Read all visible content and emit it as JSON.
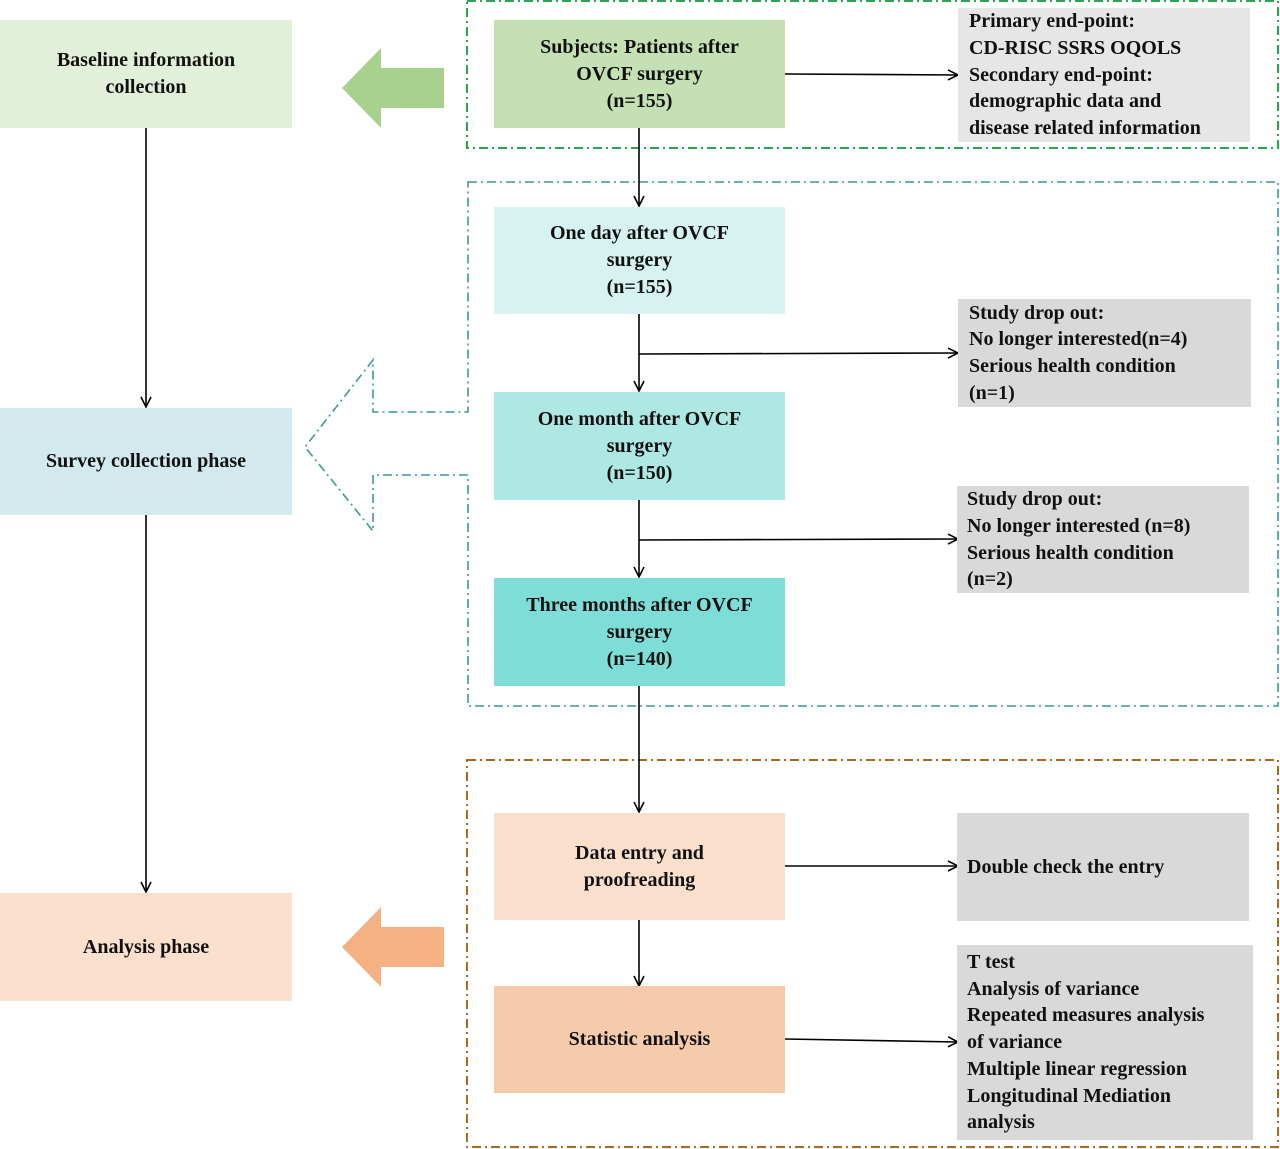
{
  "phases": {
    "baseline": "Baseline information collection",
    "survey": "Survey collection phase",
    "analysis": "Analysis phase"
  },
  "subjects": {
    "line1": "Subjects: Patients after",
    "line2": "OVCF surgery",
    "line3": "(n=155)"
  },
  "endpoints": {
    "line1": "Primary end-point:",
    "line2": "CD-RISC  SSRS  OQOLS",
    "line3": "Secondary end-point:",
    "line4": "demographic data and",
    "line5": "disease related information"
  },
  "one_day": {
    "line1": "One day after OVCF",
    "line2": "surgery",
    "line3": "(n=155)"
  },
  "dropout1": {
    "line1": "Study drop out:",
    "line2": "No longer interested(n=4)",
    "line3": "Serious health condition",
    "line4": "(n=1)"
  },
  "one_month": {
    "line1": "One month after OVCF",
    "line2": "surgery",
    "line3": "(n=150)"
  },
  "dropout2": {
    "line1": "Study drop out:",
    "line2": "No longer interested (n=8)",
    "line3": "Serious health condition",
    "line4": "(n=2)"
  },
  "three_months": {
    "line1": "Three months after OVCF",
    "line2": "surgery",
    "line3": "(n=140)"
  },
  "data_entry": {
    "line1": "Data entry and",
    "line2": "proofreading"
  },
  "double_check": "Double check the entry",
  "statistic": "Statistic analysis",
  "methods": {
    "line1": "T test",
    "line2": "Analysis of variance",
    "line3": "Repeated measures analysis",
    "line4": "of variance",
    "line5": "Multiple linear regression",
    "line6": "Longitudinal Mediation",
    "line7": "analysis"
  },
  "colors": {
    "baseline_fill": "#e2f0d9",
    "subjects_fill": "#c5e0b4",
    "survey_fill": "#d2e9ee",
    "one_day_fill": "#d6f3f2",
    "one_month_fill": "#ade8e3",
    "three_months_fill": "#7fddd7",
    "analysis_fill": "#fbe0cd",
    "data_entry_fill": "#fadfcc",
    "statistic_fill": "#f6cbab",
    "note_fill": "#d9d9d9",
    "green_frame": "#2aa552",
    "teal_frame": "#3a9a9a",
    "brown_frame": "#a86a25",
    "green_arrow": "#a9d18e",
    "orange_arrow": "#f4b183"
  }
}
